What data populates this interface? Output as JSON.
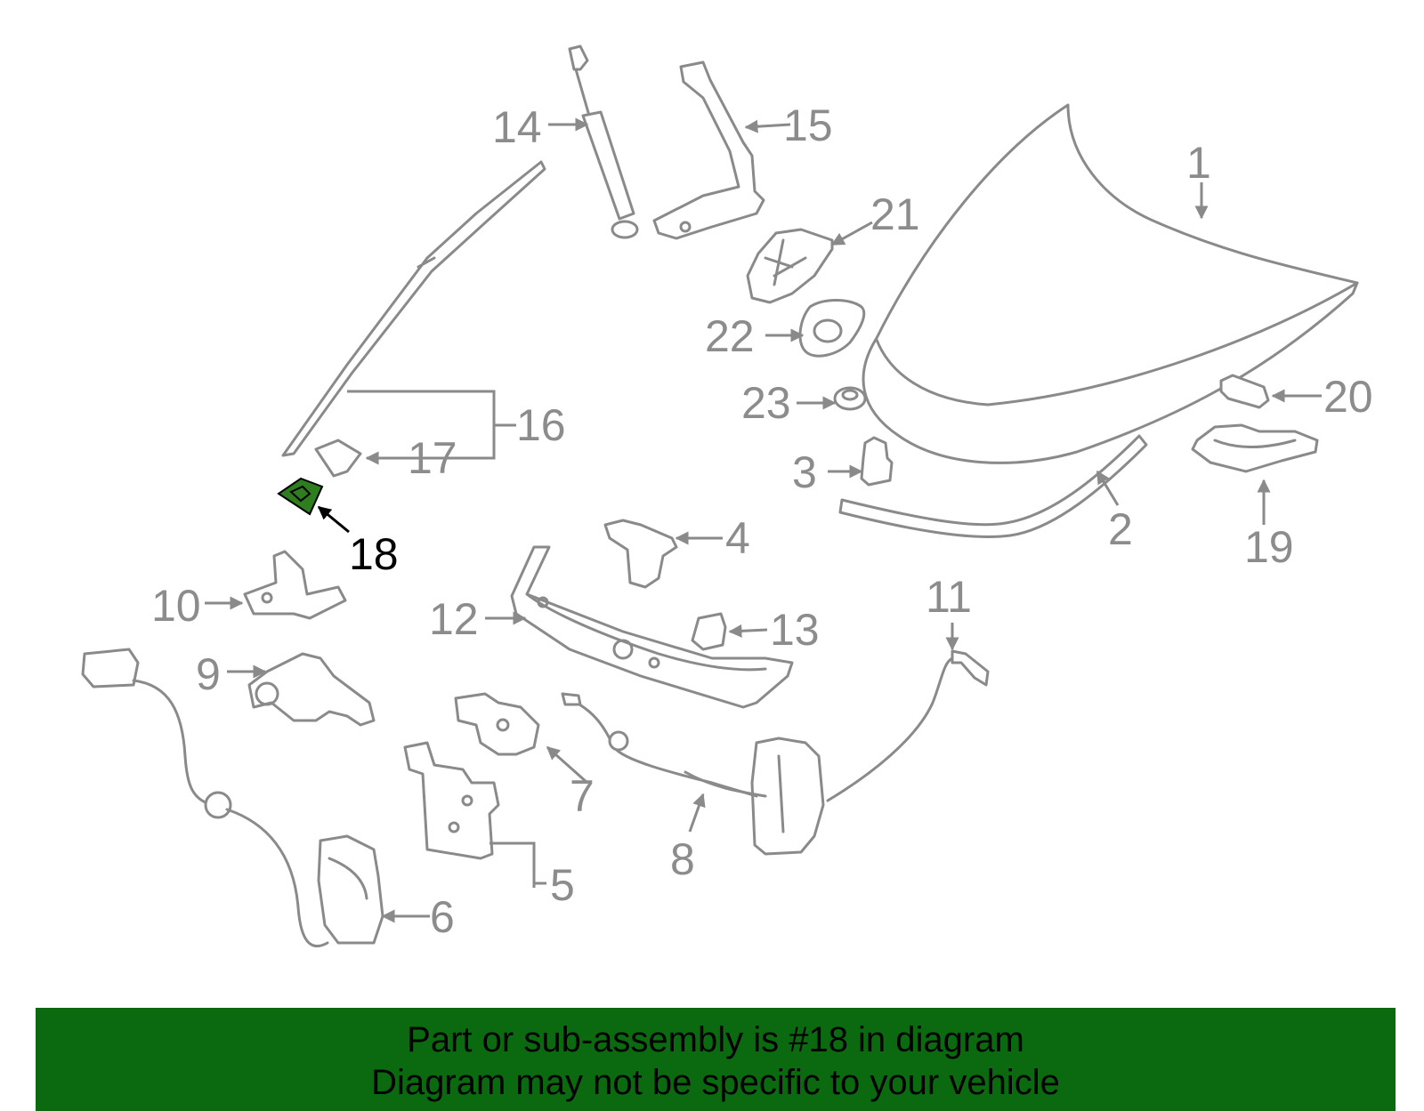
{
  "diagram": {
    "callouts": [
      "1",
      "2",
      "3",
      "4",
      "5",
      "6",
      "7",
      "8",
      "9",
      "10",
      "11",
      "12",
      "13",
      "14",
      "15",
      "16",
      "17",
      "18",
      "19",
      "20",
      "21",
      "22",
      "23"
    ],
    "highlighted": "18",
    "highlight_color": "#2e7d1e",
    "line_color": "#8a8a8a"
  },
  "banner": {
    "line1": "Part or sub-assembly is #18 in diagram",
    "line2": "Diagram may not be specific to your vehicle",
    "background": "#0b6a10"
  }
}
